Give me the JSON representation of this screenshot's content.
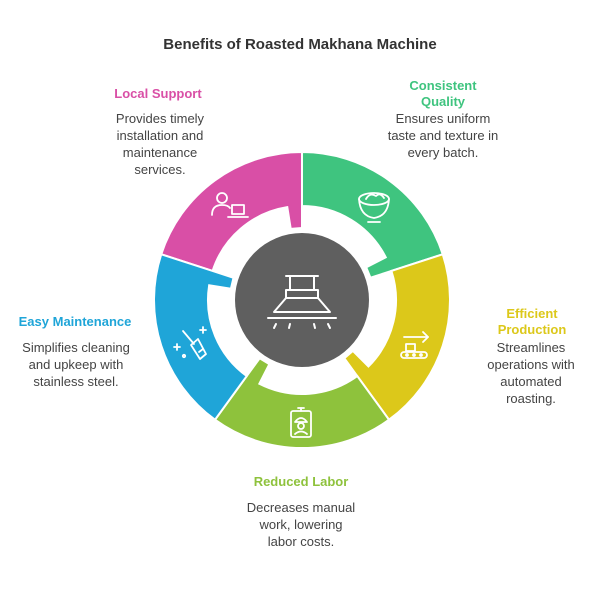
{
  "title": "Benefits of Roasted Makhana Machine",
  "segments": [
    {
      "label": "Local Support",
      "description": "Provides timely installation and maintenance services.",
      "color": "#d94fa6",
      "icon": "user-laptop-icon"
    },
    {
      "label": "Consistent Quality",
      "description": "Ensures uniform taste and texture in every batch.",
      "color": "#3fc47f",
      "icon": "bowl-icon"
    },
    {
      "label": "Efficient Production",
      "description": "Streamlines operations with automated roasting.",
      "color": "#dcc81a",
      "icon": "conveyor-icon"
    },
    {
      "label": "Reduced Labor",
      "description": "Decreases manual work, lowering labor costs.",
      "color": "#8ec23c",
      "icon": "worker-badge-icon"
    },
    {
      "label": "Easy Maintenance",
      "description": "Simplifies cleaning and upkeep with stainless steel.",
      "color": "#1fa5d8",
      "icon": "broom-icon"
    }
  ],
  "center": {
    "color": "#5f5f5f",
    "icon": "roasting-machine-icon"
  }
}
